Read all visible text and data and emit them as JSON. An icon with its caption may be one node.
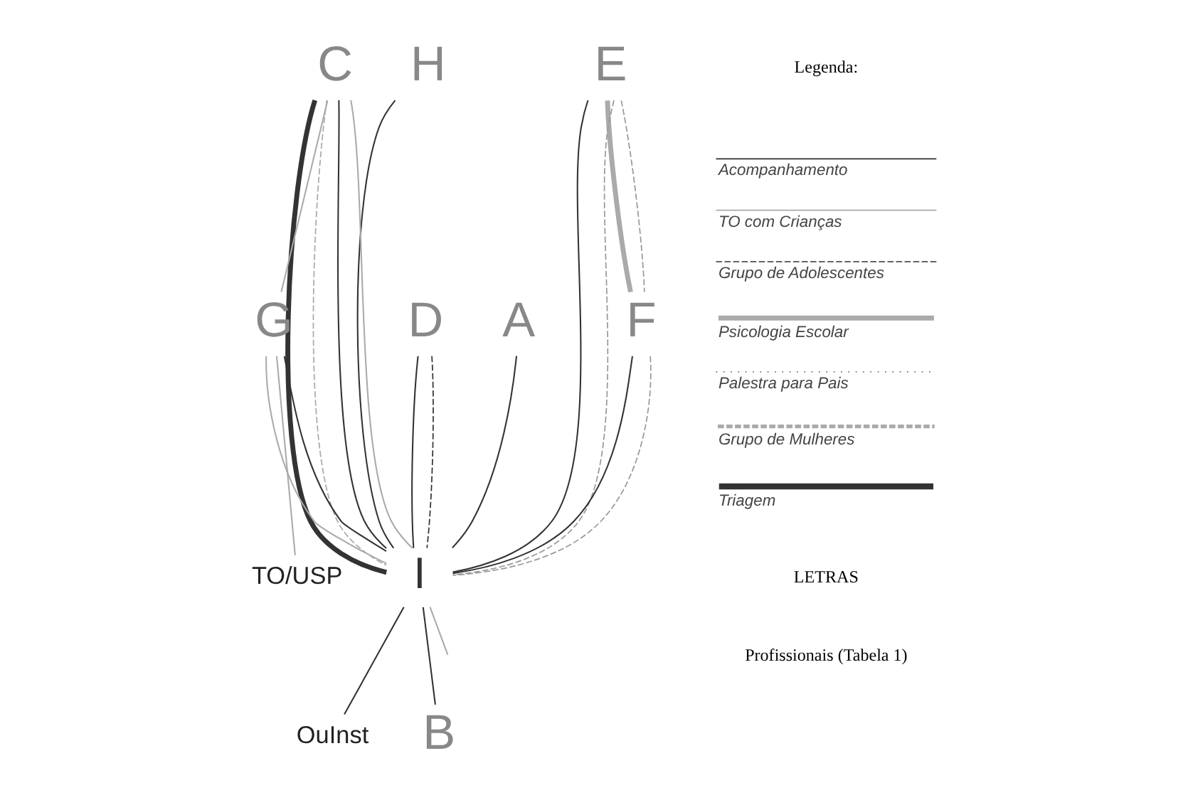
{
  "diagram": {
    "nodes": [
      {
        "text": [
          "E"
        ]
      },
      {
        "text": [
          "F"
        ]
      },
      {
        "text": [
          "A"
        ]
      },
      {
        "text": [
          "D"
        ]
      },
      {
        "text": [
          "H"
        ]
      },
      {
        "text": [
          "I"
        ]
      },
      {
        "text": [
          "C"
        ]
      },
      {
        "text": [
          "OuInst"
        ]
      },
      {
        "text": [
          "G"
        ]
      },
      {
        "text": [
          "TO/USP"
        ]
      },
      {
        "text": [
          "B"
        ]
      }
    ],
    "edges": [
      {
        "from": 0,
        "to": 1,
        "arrow": "none",
        "style": "thick",
        "color": "#aaaaaa"
      },
      {
        "from": 0,
        "to": 1,
        "arrow": "none",
        "style": "dashed",
        "color": "#999999"
      },
      {
        "from": 0,
        "to": 5,
        "arrow": "none"
      },
      {
        "from": 0,
        "to": 5,
        "arrow": "none",
        "style": "dashed",
        "color": "#999999"
      },
      {
        "from": 1,
        "to": 5,
        "arrow": "none"
      },
      {
        "from": 1,
        "to": 5,
        "arrow": "none",
        "style": "dashed",
        "color": "#999999"
      },
      {
        "from": 2,
        "to": 5,
        "arrow": "none"
      },
      {
        "from": 3,
        "to": 5,
        "arrow": "none"
      },
      {
        "from": 3,
        "to": 5,
        "arrow": "none",
        "style": "dashed"
      },
      {
        "from": 4,
        "to": 5,
        "arrow": "none"
      },
      {
        "from": 5,
        "to": 7,
        "arrow": "none"
      },
      {
        "from": 5,
        "to": 10,
        "arrow": "none"
      },
      {
        "from": 6,
        "to": 5,
        "arrow": "none",
        "style": "thick"
      },
      {
        "from": 6,
        "to": 5,
        "arrow": "none",
        "style": "dashed",
        "color": "#aaaaaa"
      },
      {
        "from": 6,
        "to": 5,
        "arrow": "none"
      },
      {
        "from": 6,
        "to": 5,
        "arrow": "none",
        "color": "#aaaaaa"
      },
      {
        "from": 6,
        "to": 8,
        "arrow": "none",
        "color": "#aaaaaa"
      },
      {
        "from": 8,
        "to": 5,
        "arrow": "none",
        "color": "#aaaaaa"
      },
      {
        "from": 8,
        "to": 5,
        "arrow": "none"
      },
      {
        "from": 8,
        "to": 9,
        "arrow": "none",
        "color": "#aaaaaa"
      },
      {
        "from": 5,
        "to": null,
        "arrow": "none",
        "color": "#aaaaaa"
      }
    ],
    "labels": [
      "Legenda:",
      "LETRAS",
      "Profissionais (Tabela 1)"
    ],
    "legend": [
      {
        "text": "Acompanhamento"
      },
      {
        "text": "TO com Crianças"
      },
      {
        "text": "Grupo de Adolescentes"
      },
      {
        "text": "Psicologia Escolar"
      },
      {
        "text": "Palestra para Pais"
      },
      {
        "text": "Grupo de Mulheres"
      },
      {
        "text": "Triagem"
      }
    ]
  }
}
